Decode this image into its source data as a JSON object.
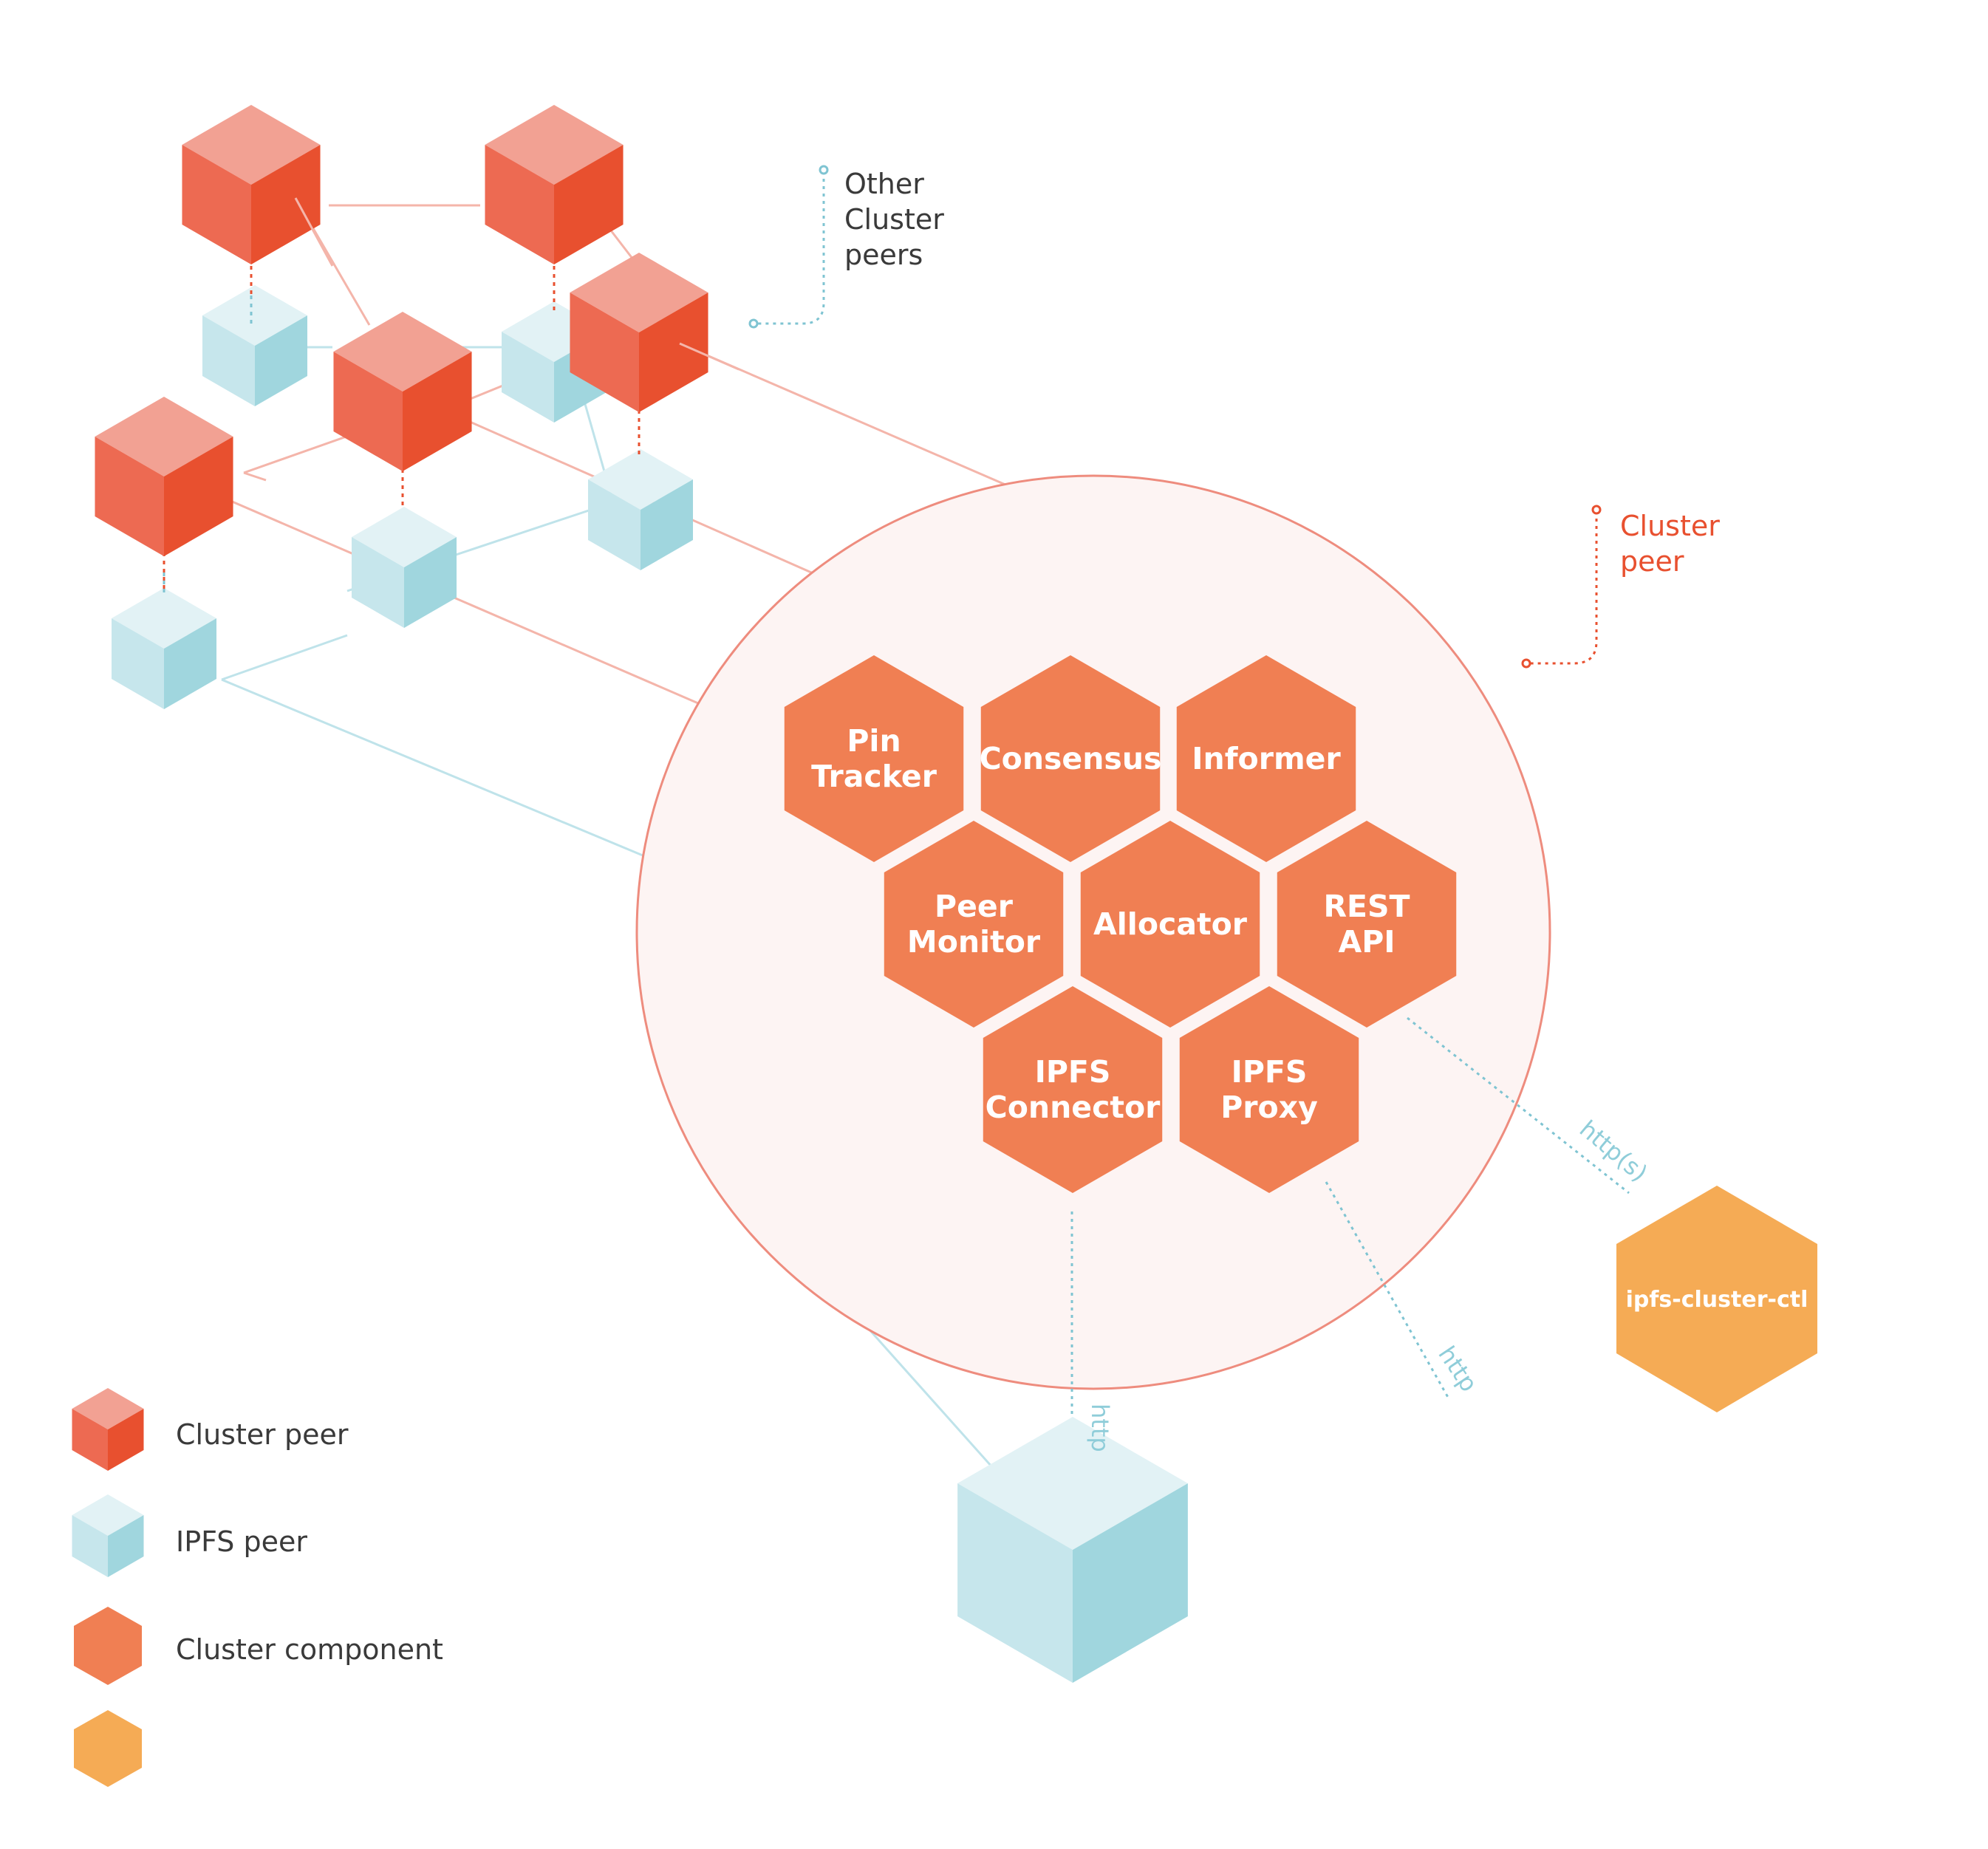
{
  "callouts": {
    "other_peers": [
      "Other",
      "Cluster",
      "peers"
    ],
    "cluster_peer": [
      "Cluster",
      "peer"
    ]
  },
  "components": [
    [
      "Pin",
      "Tracker"
    ],
    [
      "Consensus"
    ],
    [
      "Informer"
    ],
    [
      "Peer",
      "Monitor"
    ],
    [
      "Allocator"
    ],
    [
      "REST",
      "API"
    ],
    [
      "IPFS",
      "Connector"
    ],
    [
      "IPFS",
      "Proxy"
    ]
  ],
  "ctl_tool": "ipfs-cluster-ctl",
  "protocols": {
    "rest": "http(s)",
    "proxy": "http",
    "connector": "http"
  },
  "legend": {
    "cluster_peer": "Cluster peer",
    "ipfs_peer": "IPFS peer",
    "cluster_component": "Cluster component"
  },
  "colors": {
    "cluster_peer_top": "#f2a193",
    "cluster_peer_left": "#ed6a52",
    "cluster_peer_right": "#e8502f",
    "ipfs_peer_top": "#e2f2f5",
    "ipfs_peer_left": "#c6e6ec",
    "ipfs_peer_right": "#a0d6de",
    "component": "#f07f53",
    "tool": "#f5ab55",
    "circle_fill": "#fdf4f3",
    "circle_stroke": "#ee8c7e"
  }
}
